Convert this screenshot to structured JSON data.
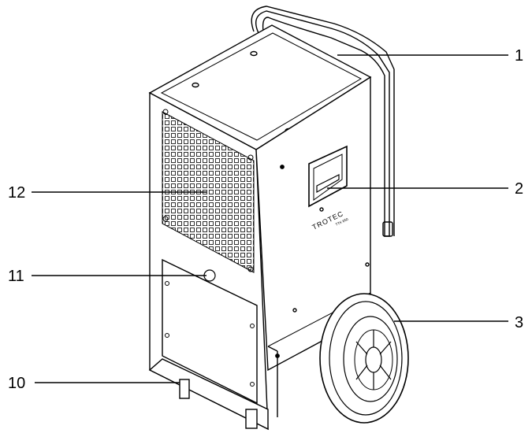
{
  "figure": {
    "brand": "TROTEC",
    "model": "TTK 650"
  },
  "callouts": [
    {
      "id": "1",
      "label": "1"
    },
    {
      "id": "2",
      "label": "2"
    },
    {
      "id": "3",
      "label": "3"
    },
    {
      "id": "10",
      "label": "10"
    },
    {
      "id": "11",
      "label": "11"
    },
    {
      "id": "12",
      "label": "12"
    }
  ]
}
